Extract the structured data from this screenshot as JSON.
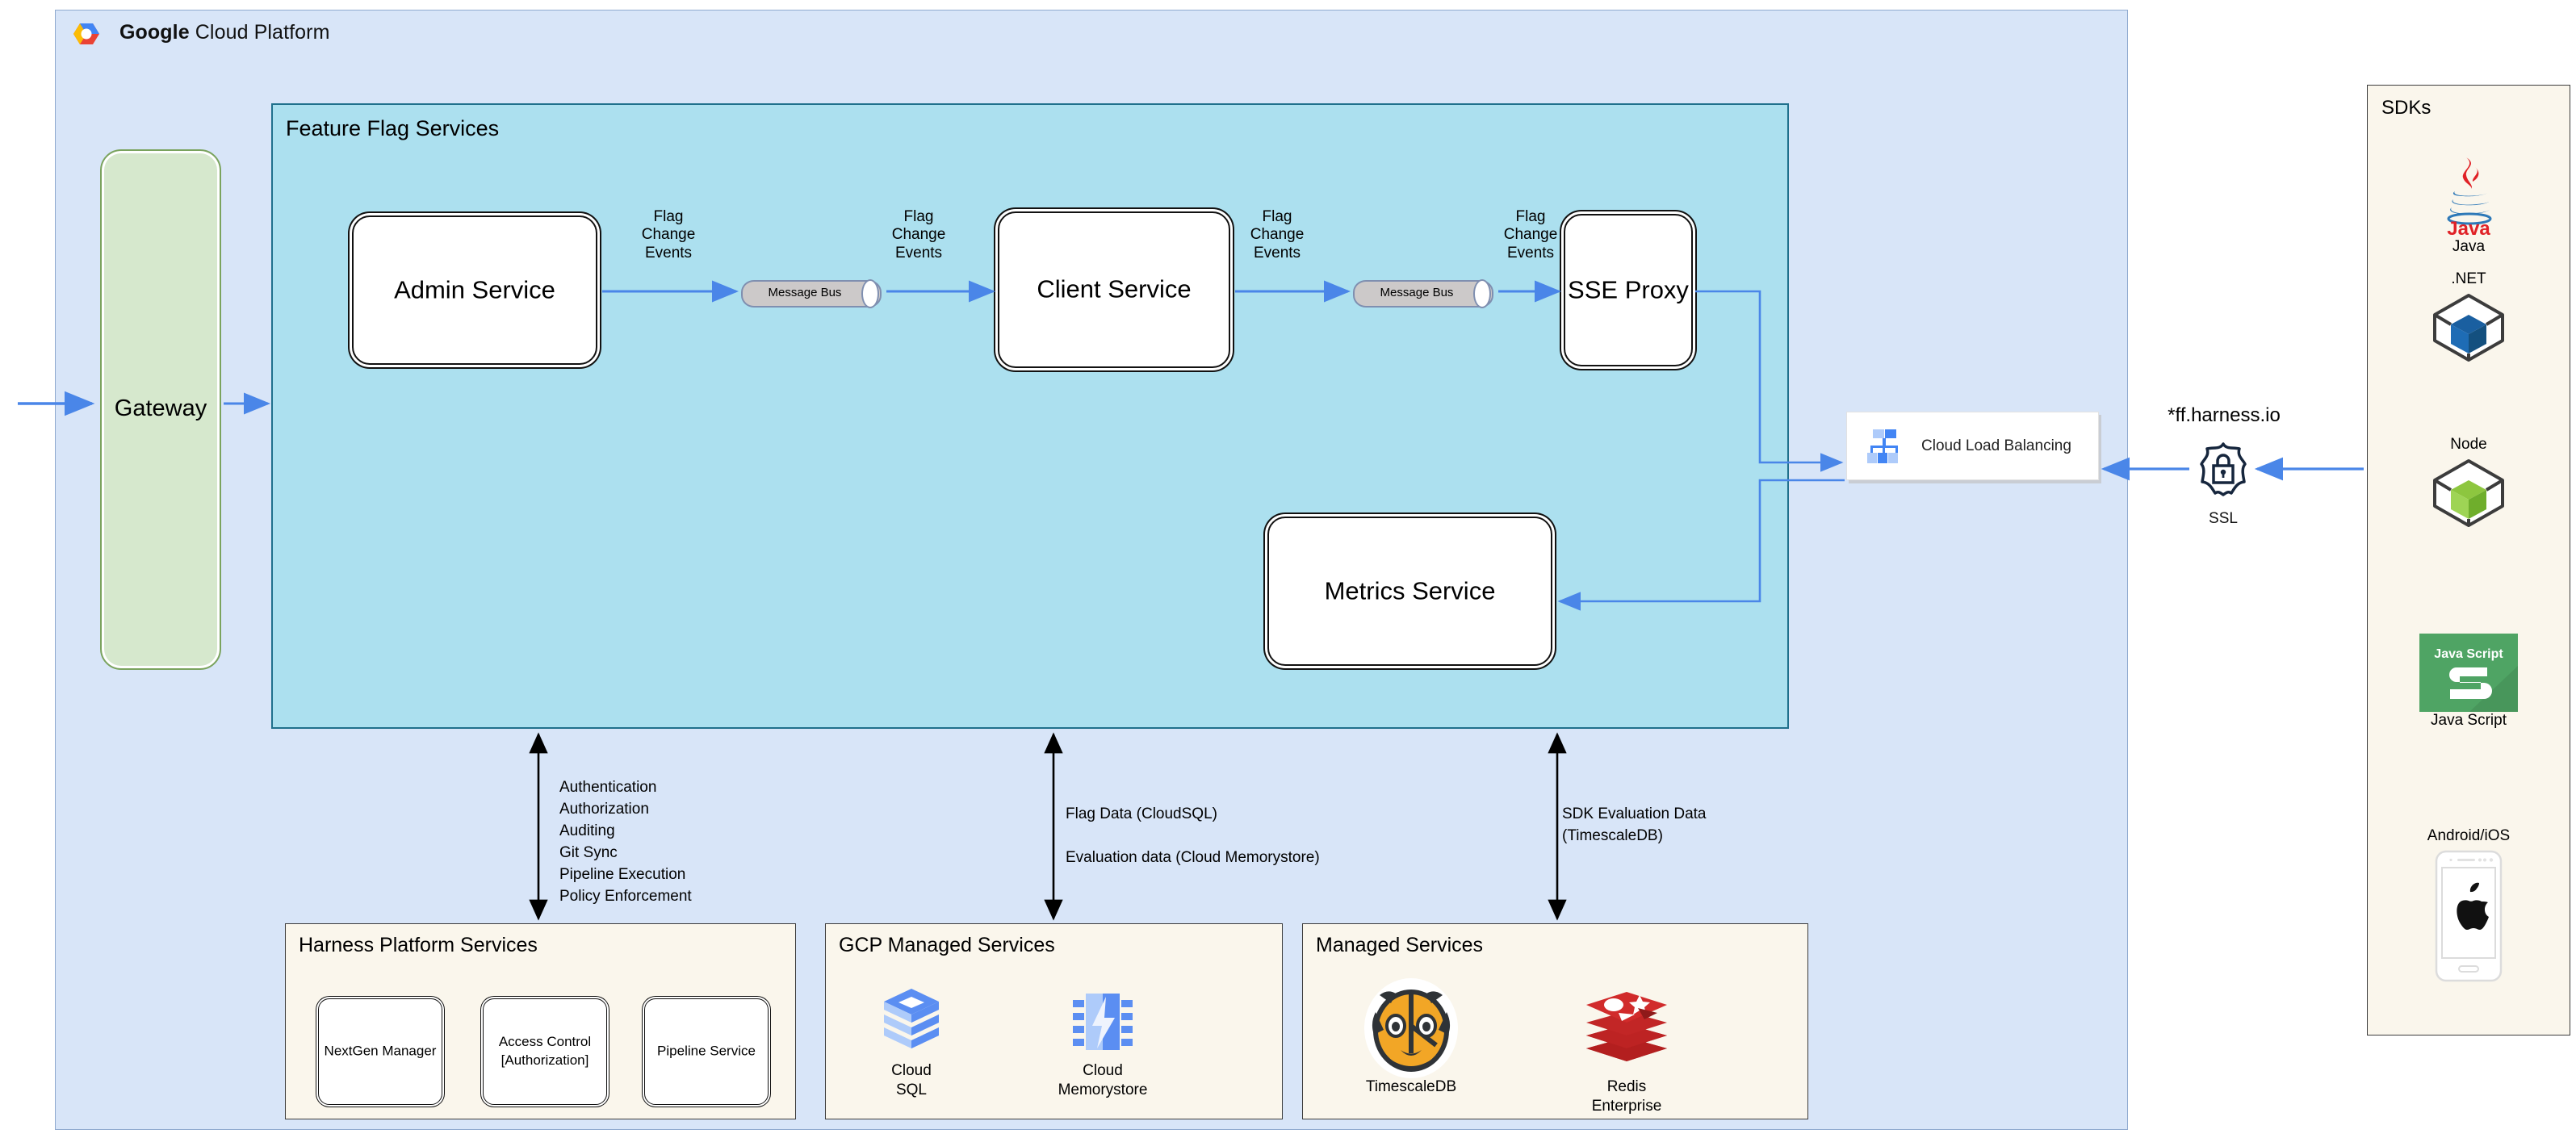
{
  "page": {
    "title": "Harness Feature Flags on Google Cloud Platform — Architecture"
  },
  "gcp": {
    "brand_bold": "Google",
    "brand_rest": " Cloud Platform",
    "logo_icon": "google-cloud-platform-logo"
  },
  "gateway": {
    "label": "Gateway"
  },
  "feature_flag_services": {
    "title": "Feature Flag Services",
    "services": [
      {
        "id": "admin-service",
        "label": "Admin Service"
      },
      {
        "id": "client-service",
        "label": "Client Service"
      },
      {
        "id": "sse-proxy",
        "label": "SSE\nProxy"
      },
      {
        "id": "metrics-service",
        "label": "Metrics Service"
      }
    ],
    "message_buses": [
      {
        "id": "message-bus-1",
        "label": "Message Bus"
      },
      {
        "id": "message-bus-2",
        "label": "Message Bus"
      }
    ],
    "edge_labels": [
      {
        "id": "fce-1",
        "text": "Flag\nChange\nEvents"
      },
      {
        "id": "fce-2",
        "text": "Flag\nChange\nEvents"
      },
      {
        "id": "fce-3",
        "text": "Flag\nChange\nEvents"
      },
      {
        "id": "fce-4",
        "text": "Flag\nChange\nEvents"
      }
    ]
  },
  "load_balancer": {
    "label": "Cloud Load Balancing",
    "icon": "cloud-load-balancing-icon"
  },
  "ingress": {
    "domain": "*ff.harness.io",
    "ssl_label": "SSL",
    "ssl_icon": "ssl-shield-lock-icon"
  },
  "sdks": {
    "title": "SDKs",
    "items": [
      {
        "id": "java",
        "caption": "",
        "logo_label": "Java",
        "icon": "java-logo-icon"
      },
      {
        "id": "dotnet",
        "caption": ".NET",
        "logo_label": "",
        "icon": "dotnet-cube-icon"
      },
      {
        "id": "node",
        "caption": "Node",
        "logo_label": "",
        "icon": "node-cube-icon"
      },
      {
        "id": "javascript",
        "caption": "",
        "logo_label": "Java Script",
        "icon": "javascript-logo-icon"
      },
      {
        "id": "android-ios",
        "caption": "Android/iOS",
        "logo_label": "",
        "icon": "mobile-phone-apple-icon"
      }
    ]
  },
  "annotations": {
    "harness": "Authentication\nAuthorization\nAuditing\nGit Sync\nPipeline Execution\nPolicy Enforcement",
    "gcp_managed": "Flag Data (CloudSQL)\n\nEvaluation data (Cloud Memorystore)",
    "managed": "SDK Evaluation Data\n(TimescaleDB)"
  },
  "bottom_panels": [
    {
      "id": "harness-platform-services",
      "title": "Harness Platform Services",
      "services": [
        {
          "id": "nextgen-manager",
          "label": "NextGen Manager"
        },
        {
          "id": "access-control",
          "label": "Access Control\n[Authorization]"
        },
        {
          "id": "pipeline-service",
          "label": "Pipeline Service"
        }
      ]
    },
    {
      "id": "gcp-managed-services",
      "title": "GCP Managed Services",
      "items": [
        {
          "id": "cloud-sql",
          "label": "Cloud\nSQL",
          "icon": "cloud-sql-icon"
        },
        {
          "id": "cloud-memorystore",
          "label": "Cloud\nMemorystore",
          "icon": "cloud-memorystore-icon"
        }
      ]
    },
    {
      "id": "managed-services",
      "title": "Managed Services",
      "items": [
        {
          "id": "timescaledb",
          "label": "TimescaleDB",
          "icon": "timescaledb-tiger-icon"
        },
        {
          "id": "redis-enterprise",
          "label": "Redis\nEnterprise",
          "icon": "redis-stack-icon"
        }
      ]
    }
  ],
  "colors": {
    "gcp_panel": "#d8e5f8",
    "ffs_panel": "#ace0ef",
    "inner_panel": "#faf6ec",
    "gateway_fill": "#d6e8cd",
    "gateway_stroke": "#7aa35e",
    "arrow_blue": "#4a86e8",
    "arrow_black": "#000000",
    "message_bus_fill": "#cccccc"
  }
}
